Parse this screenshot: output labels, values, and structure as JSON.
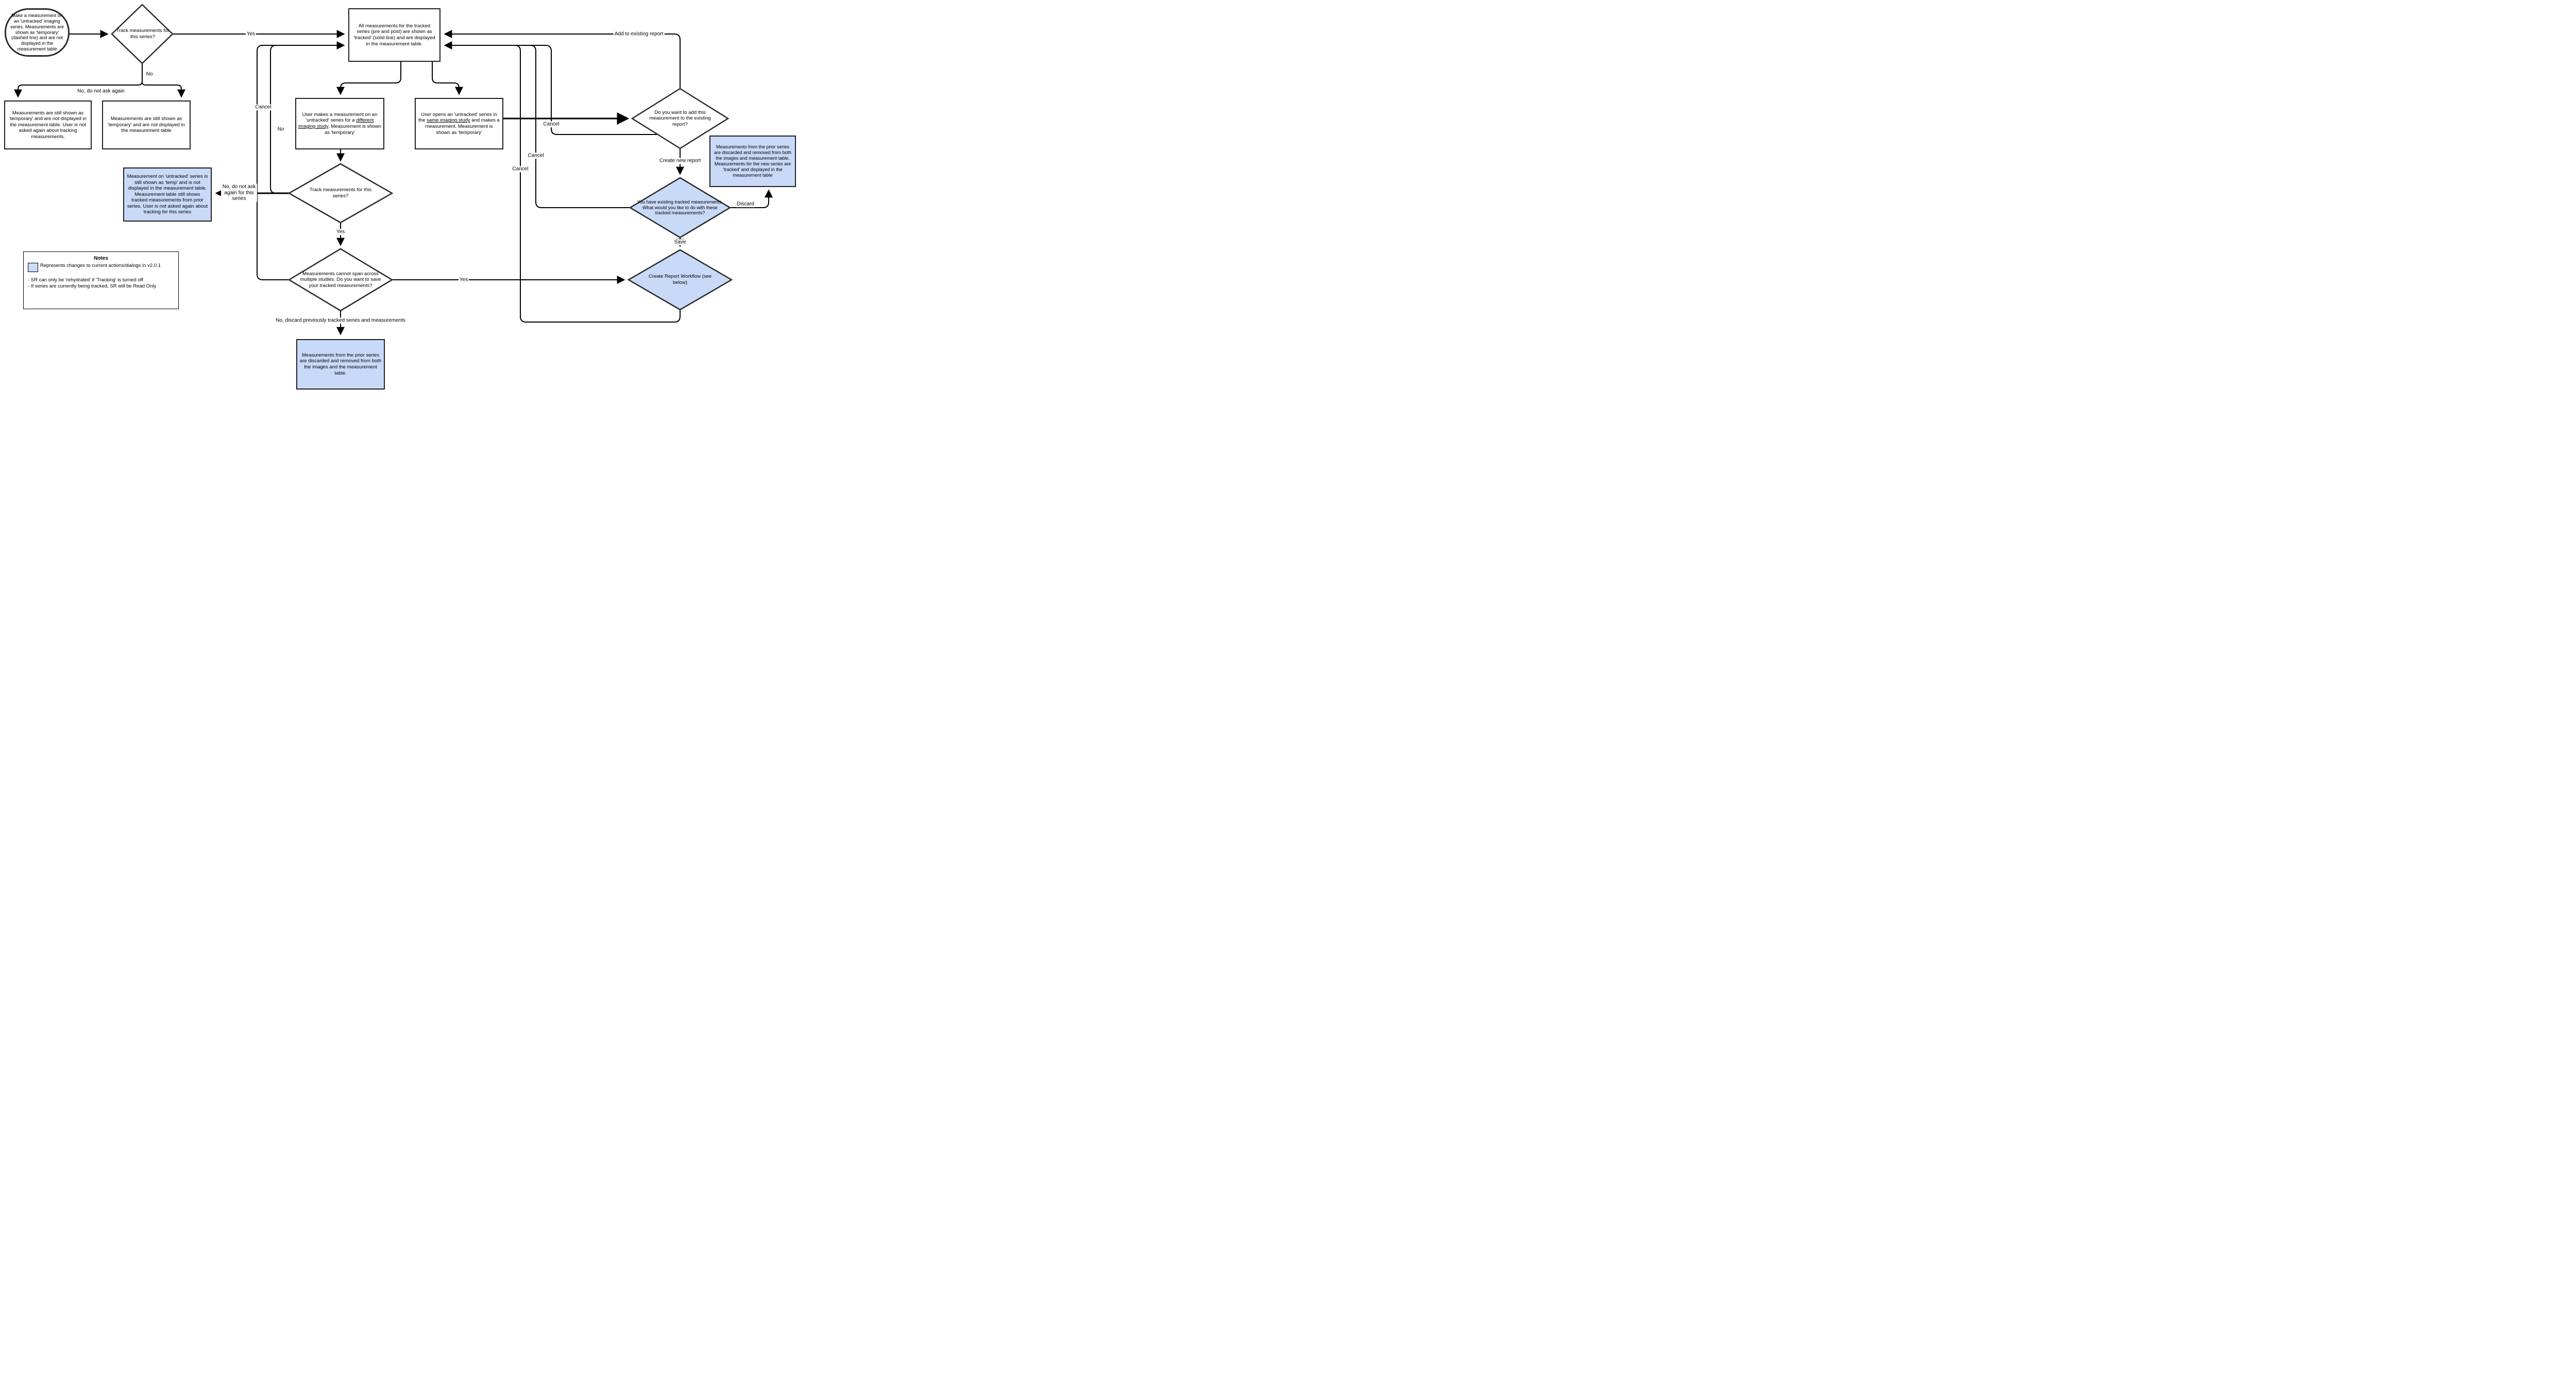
{
  "diagram": {
    "colors": {
      "highlight_fill": "#C9DAF8",
      "shape_border": "#1f1f1f",
      "line": "#000000"
    },
    "nodes": {
      "start_oval": "Make a measurement on an 'untracked' imaging series. Measurements are shown as 'temporary' (dashed line) and are not displayed in the measurement table",
      "decision_track_series": "Track measurements for this series?",
      "process_tracked_state": "All measurements for the tracked series (pre and post) are shown as 'tracked' (solid line) and are displayed in the measurement table.",
      "process_temp_not_asked": "Measurements are still shown as 'temporary' and are not displayed in the measurement table. User is not asked again about tracking measurements.",
      "process_temp": "Measurements are still shown as 'temporary' and are not displayed in the measurement table",
      "box_diff_study": {
        "before": "User makes a measurement on an 'untracked' series for a ",
        "underline": "different imaging study",
        "after": ". Measurement is shown as 'temporary'"
      },
      "box_same_study": {
        "before": "User opens an 'untracked' series in the ",
        "underline": "same imaging study",
        "after": " and makes a measurement. Measurement is shown as 'temporary'"
      },
      "highlight_untracked_temp": "Measurement on 'untracked' series is still shown as 'temp' and is not displayed in the measurement table. Measurement table still shows tracked measurements from prior series. User is not asked again about tracking for this series",
      "decision_track_series_new": "Track measurements for this series?",
      "decision_cannot_span": "Measurements cannot span across multiple studies. Do you want to save your tracked measurements?",
      "highlight_prior_discarded": "Measurements from the prior series are discarded and removed from both the images and the measurement table.",
      "decision_add_existing": "Do you want to add this measurement to the existing report?",
      "decision_existing_tracked": "You have existing tracked measurements. What would you like to do with these tracked measurements?",
      "decision_create_report_workflow": "Create Report Workflow (see below)",
      "highlight_new_tracked": "Measurements from the prior series are discarded and removed from both the images and measurement table. Measurements for the new series are 'tracked' and displayed in the measurement table"
    },
    "edge_labels": {
      "yes_track_first": "Yes",
      "no_first": "No",
      "no_do_not_ask_again": "No, do not ask again",
      "cancel_left": "Cancel",
      "no_second": "No",
      "no_do_not_ask_series": "No, do not ask again for this series",
      "yes_track_second": "Yes",
      "yes_save": "Yes",
      "no_discard_tracked": "No, discard previously tracked series and measurements",
      "add_to_existing_report": "Add to existing report",
      "create_new_report": "Create new report",
      "cancel_add": "Cancel",
      "cancel_existing": "Cancel",
      "cancel_workflow": "Cancel",
      "save": "Save",
      "discard": "Discard"
    },
    "notes": {
      "title": "Notes",
      "legend": "Represents changes to current actions/dialogs in v2.0.1",
      "bullets": [
        "- SR can only be 'rehydrated' if 'Tracking' is turned off",
        "- If series are currently being tracked, SR will be Read Only"
      ]
    }
  }
}
